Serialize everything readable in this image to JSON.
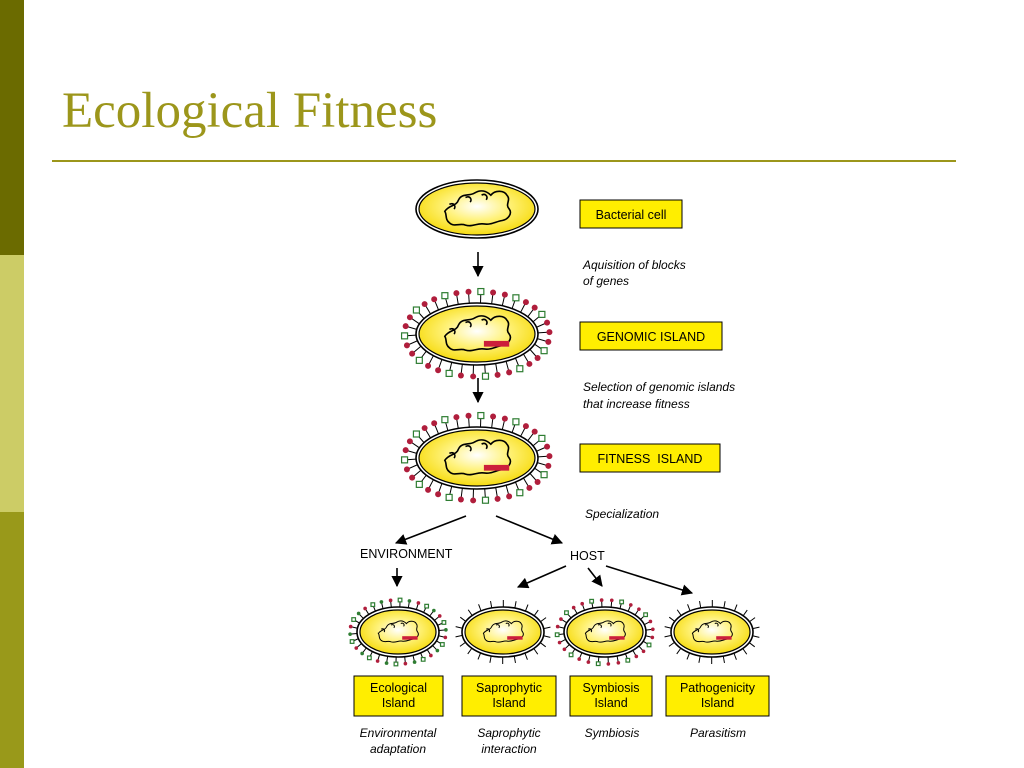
{
  "slide": {
    "title": "Ecological Fitness"
  },
  "diagram": {
    "stages": {
      "bacterial_cell": "Bacterial cell",
      "genomic_island": "GENOMIC ISLAND",
      "fitness_island": "FITNESS  ISLAND"
    },
    "notes": {
      "acquisition_1": "Aquisition of blocks",
      "acquisition_2": "of genes",
      "selection_1": "Selection of genomic islands",
      "selection_2": "that increase fitness",
      "specialization": "Specialization"
    },
    "branches": {
      "environment": "ENVIRONMENT",
      "host": "HOST"
    },
    "outcomes": [
      {
        "box_1": "Ecological",
        "box_2": "Island",
        "result_1": "Environmental",
        "result_2": "adaptation"
      },
      {
        "box_1": "Saprophytic",
        "box_2": "Island",
        "result_1": "Saprophytic",
        "result_2": "interaction"
      },
      {
        "box_1": "Symbiosis",
        "box_2": "Island",
        "result_1": "Symbiosis",
        "result_2": ""
      },
      {
        "box_1": "Pathogenicity",
        "box_2": "Island",
        "result_1": "Parasitism",
        "result_2": ""
      }
    ]
  },
  "colors": {
    "accent": "#9c961b",
    "sidebar_dark": "#6b6b00",
    "sidebar_light": "#cccc66",
    "sidebar_mid": "#99991a",
    "cell_fill": "#ffee22",
    "box_fill": "#ffee00",
    "island_marker": "#cc1f3b",
    "dot_red": "#b01e3c",
    "dot_green": "#2e7d32"
  }
}
